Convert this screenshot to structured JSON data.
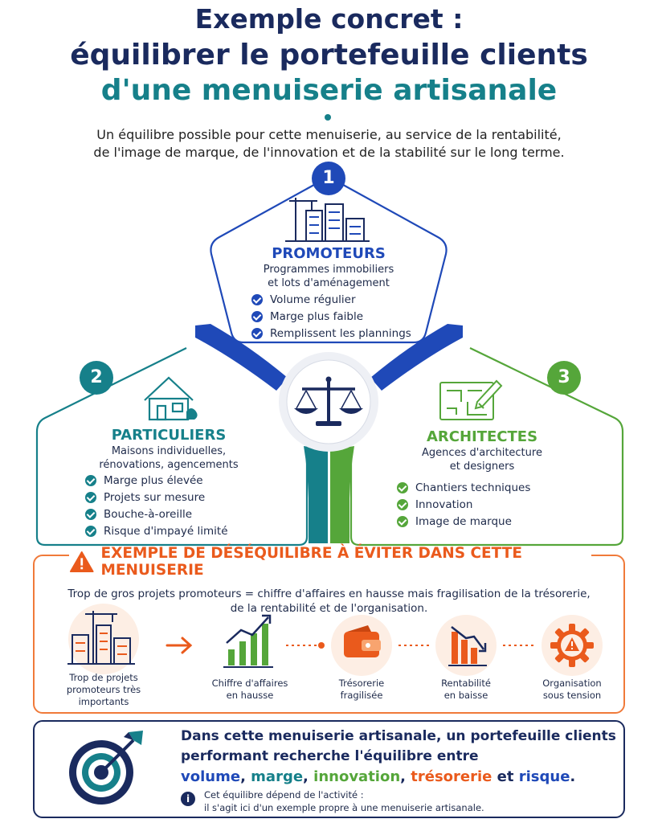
{
  "title": {
    "line1": "Exemple concret :",
    "line2": "équilibrer le portefeuille clients",
    "line3": "d'une menuiserie artisanale"
  },
  "subtitle": {
    "line1": "Un équilibre possible pour cette menuiserie, au service de la rentabilité,",
    "line2": "de l'image de marque, de l'innovation et de la stabilité sur le long terme."
  },
  "segments": [
    {
      "number": "1",
      "title": "PROMOTEURS",
      "subtitle_line1": "Programmes immobiliers",
      "subtitle_line2": "et lots d'aménagement",
      "points": [
        "Volume régulier",
        "Marge plus faible",
        "Remplissent les plannings"
      ],
      "color": "#1f49b8",
      "icon": "buildings-crane-icon"
    },
    {
      "number": "2",
      "title": "PARTICULIERS",
      "subtitle_line1": "Maisons individuelles,",
      "subtitle_line2": "rénovations, agencements",
      "points": [
        "Marge plus élevée",
        "Projets sur mesure",
        "Bouche-à-oreille",
        "Risque d'impayé limité"
      ],
      "color": "#16808a",
      "icon": "house-icon"
    },
    {
      "number": "3",
      "title": "ARCHITECTES",
      "subtitle_line1": "Agences d'architecture",
      "subtitle_line2": "et designers",
      "points": [
        "Chantiers techniques",
        "Innovation",
        "Image de marque"
      ],
      "color": "#55a63a",
      "icon": "blueprint-pencil-icon"
    }
  ],
  "center_icon": "balance-scale-icon",
  "warning": {
    "title": "EXEMPLE DE DÉSÉQUILIBRE À ÉVITER DANS CETTE MENUISERIE",
    "desc_line1": "Trop de gros projets promoteurs = chiffre d'affaires en hausse mais fragilisation de la trésorerie,",
    "desc_line2": "de la rentabilité et de l'organisation.",
    "color": "#ea5a1c",
    "flow": [
      {
        "label_lines": [
          "Trop de projets",
          "promoteurs très",
          "importants"
        ],
        "icon": "buildings-crane-icon"
      },
      {
        "label_lines": [
          "Chiffre d'affaires",
          "en hausse"
        ],
        "icon": "rising-bars-icon"
      },
      {
        "label_lines": [
          "Trésorerie",
          "fragilisée"
        ],
        "icon": "wallet-icon"
      },
      {
        "label_lines": [
          "Rentabilité",
          "en baisse"
        ],
        "icon": "falling-bars-icon"
      },
      {
        "label_lines": [
          "Organisation",
          "sous tension"
        ],
        "icon": "gear-warning-icon"
      }
    ]
  },
  "conclusion": {
    "line1": "Dans cette menuiserie artisanale, un portefeuille clients",
    "line2": "performant recherche l'équilibre entre",
    "keywords": {
      "volume": "volume",
      "sep1": ", ",
      "marge": "marge",
      "sep2": ", ",
      "innovation": "innovation",
      "sep3": ", ",
      "tresorerie": "trésorerie",
      "sep4": " et ",
      "risque": "risque",
      "end": "."
    },
    "note_line1": "Cet équilibre dépend de l'activité :",
    "note_line2": "il s'agit ici d'un exemple propre à une menuiserie artisanale.",
    "icon": "target-arrow-icon"
  }
}
